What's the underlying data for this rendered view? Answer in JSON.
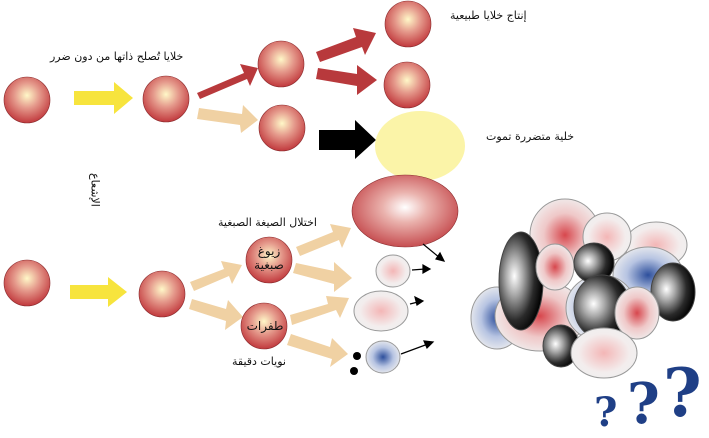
{
  "labels": {
    "normal_cells": "إنتاج خلايا طبيعية",
    "self_repair": "خلايا تُصلح ذاتها من دون ضرر",
    "damaged_cell_dies": "خلية متضررة تموت",
    "radiation": "الإشعاع",
    "chromosomal_disorder": "اختلال الصيغة الصبغية",
    "chromosomal_aberrations": "زيوغ صبغية",
    "mutations": "طفرات",
    "micronuclei": "نويات دقيقة"
  },
  "question_marks": [
    "?",
    "?",
    "?"
  ],
  "colors": {
    "arrow_yellow": "#f7e43d",
    "arrow_red": "#b8393c",
    "arrow_tan": "#f0d1a3",
    "arrow_black": "#000000",
    "cell_red": "#c7474a",
    "dead_cell": "#fbf4a8",
    "question_mark": "#1f3f86"
  }
}
